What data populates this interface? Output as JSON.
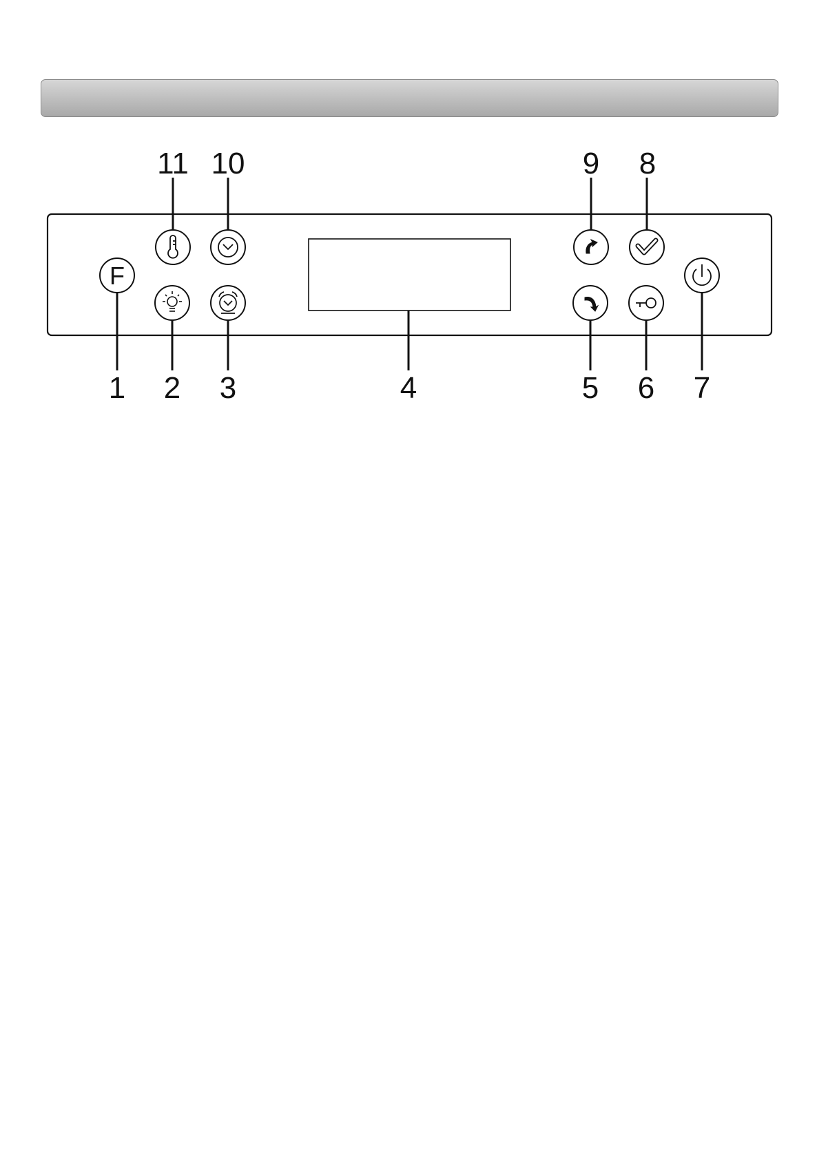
{
  "callouts": {
    "n1": "1",
    "n2": "2",
    "n3": "3",
    "n4": "4",
    "n5": "5",
    "n6": "6",
    "n7": "7",
    "n8": "8",
    "n9": "9",
    "n10": "10",
    "n11": "11"
  },
  "buttons": {
    "function_key": "F"
  },
  "icons": {
    "b1": "function-icon",
    "b2": "light-bulb-icon",
    "b3": "alarm-clock-icon",
    "b5": "arrow-down-icon",
    "b6": "key-lock-icon",
    "b7": "power-icon",
    "b8": "checkmark-icon",
    "b9": "arrow-up-icon",
    "b10": "clock-icon",
    "b11": "thermometer-icon"
  },
  "colors": {
    "header": "#bdbdbd",
    "line": "#111111"
  }
}
